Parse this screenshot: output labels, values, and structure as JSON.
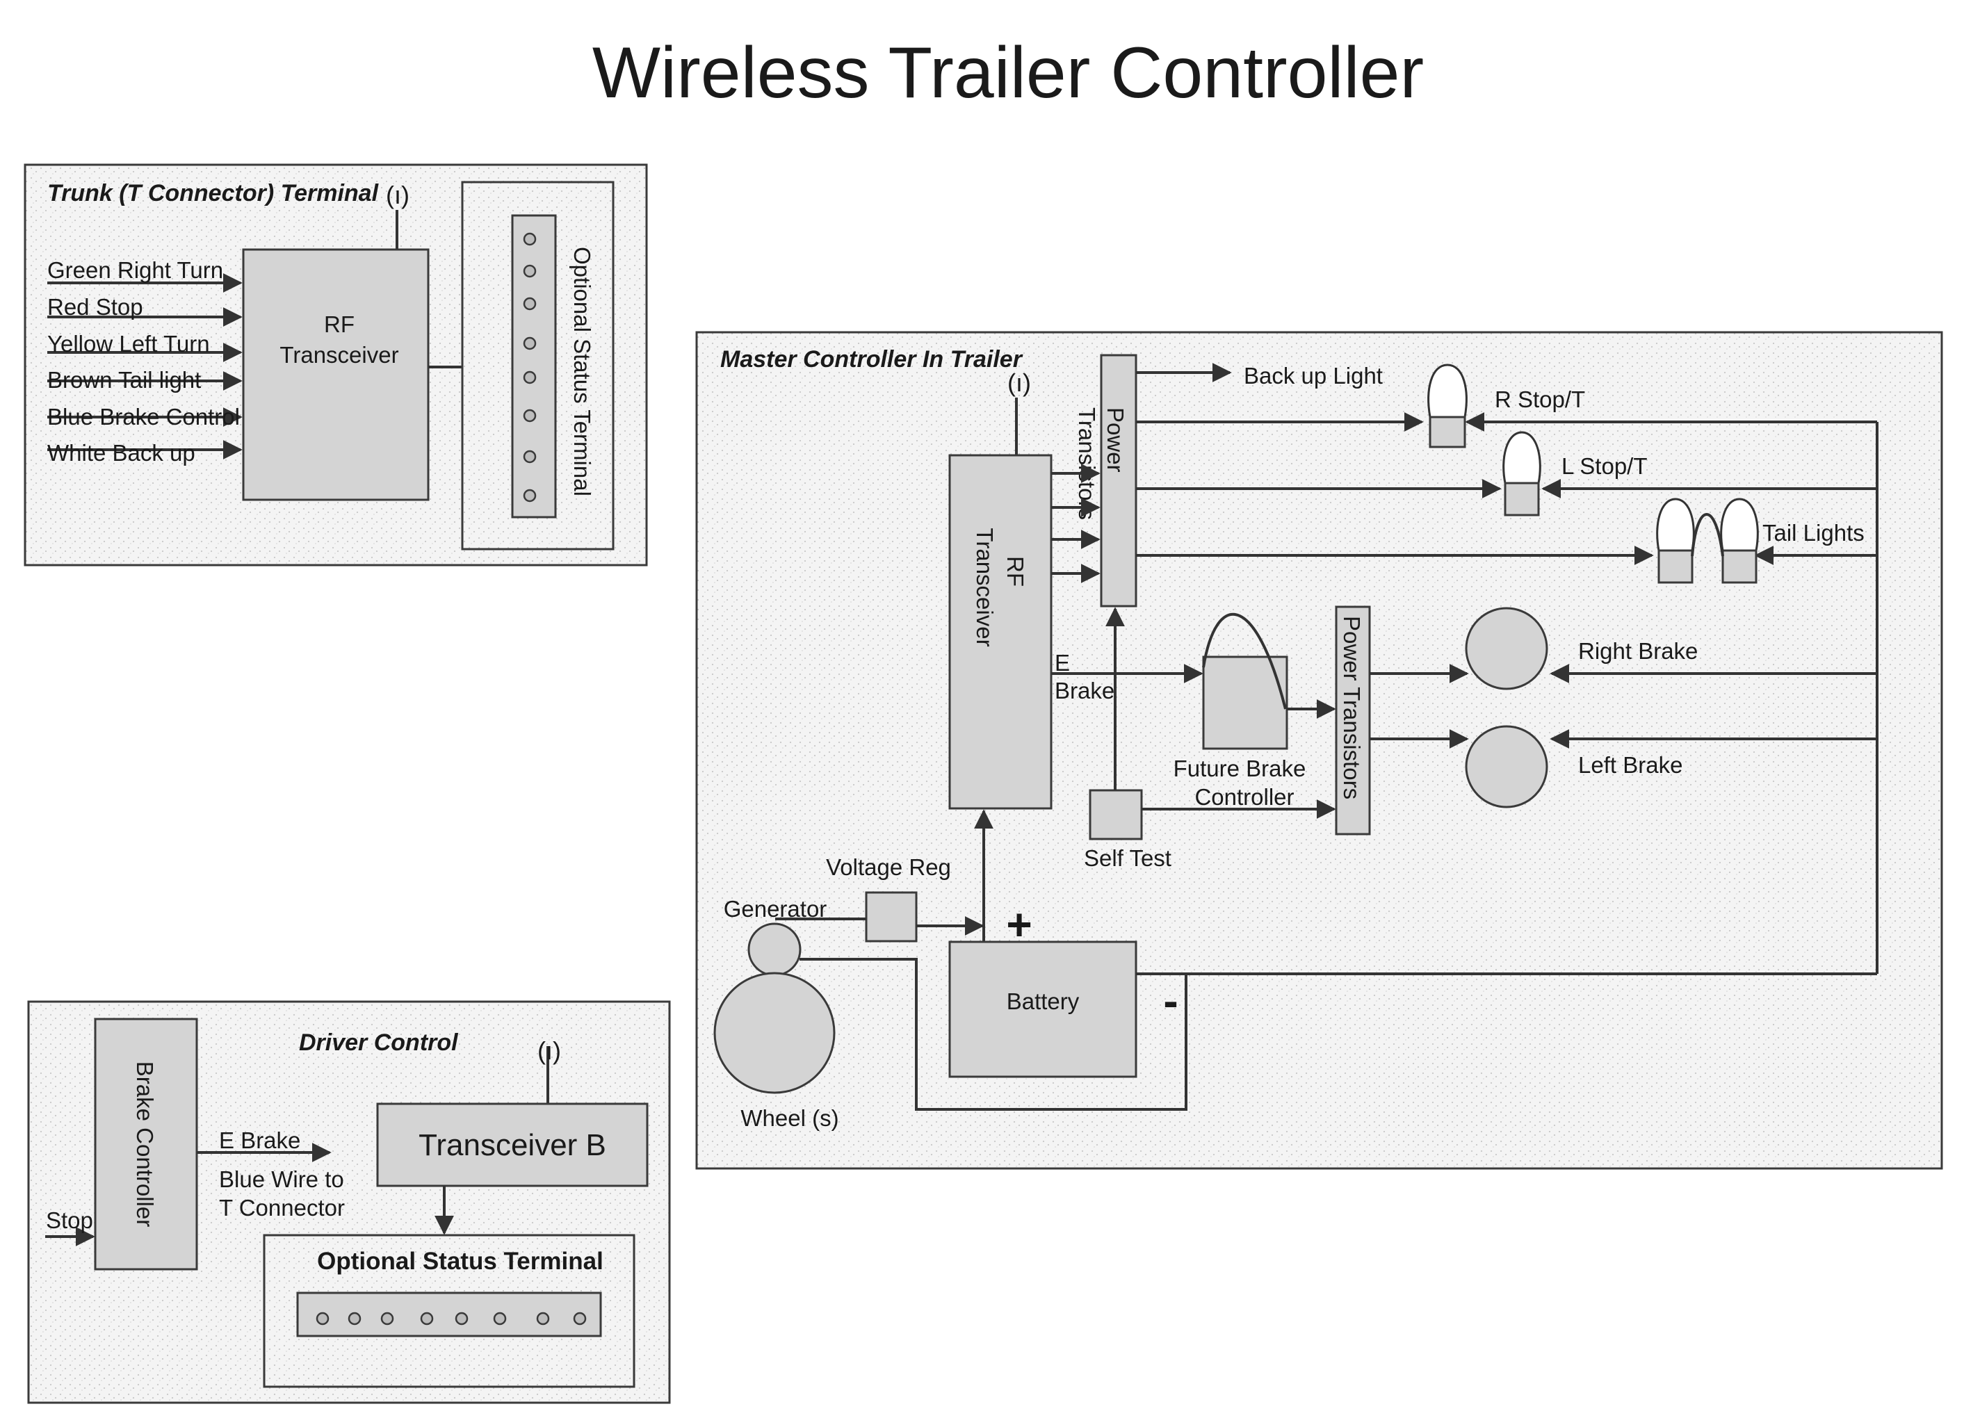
{
  "title": "Wireless Trailer Controller",
  "antenna_symbol": "(ı)",
  "trunk": {
    "title": "Trunk (T Connector) Terminal",
    "inputs": [
      "Green Right Turn",
      "Red Stop",
      "Yellow Left Turn",
      "Brown Tail light",
      "Blue Brake Control",
      "White Back up"
    ],
    "rf_label_1": "RF",
    "rf_label_2": "Transceiver",
    "status_terminal": "Optional Status Terminal"
  },
  "master": {
    "title": "Master Controller  In Trailer",
    "rf_label_1": "RF",
    "rf_label_2": "Transceiver",
    "power_transistors_1": "Power",
    "power_transistors_2": "Transistors",
    "power_transistors_vertical": "Power Transistors",
    "backup_light": "Back up Light",
    "r_stop": "R Stop/T",
    "l_stop": "L Stop/T",
    "tail_lights": "Tail Lights",
    "e_brake_1": "E",
    "e_brake_2": "Brake",
    "future_brake_1": "Future Brake",
    "future_brake_2": "Controller",
    "self_test": "Self Test",
    "right_brake": "Right Brake",
    "left_brake": "Left Brake",
    "voltage_reg": "Voltage Reg",
    "generator": "Generator",
    "battery": "Battery",
    "plus": "+",
    "minus": "-",
    "wheel": "Wheel (s)"
  },
  "driver": {
    "title": "Driver Control",
    "brake_controller": "Brake Controller",
    "stop": "Stop",
    "e_brake": "E Brake",
    "blue_wire_1": "Blue Wire to",
    "blue_wire_2": "T Connector",
    "transceiver_b": "Transceiver B",
    "status_terminal": "Optional Status Terminal"
  }
}
